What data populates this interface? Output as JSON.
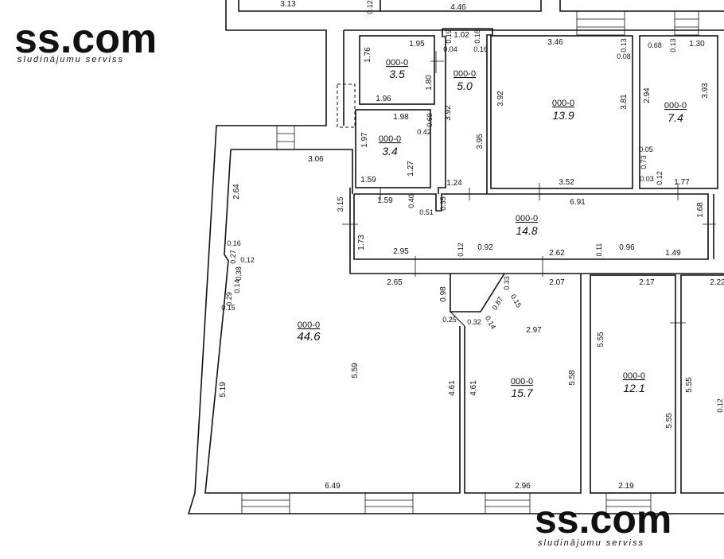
{
  "watermark": {
    "brand": "ss.com",
    "tagline": "sludinājumu serviss"
  },
  "rooms": [
    {
      "id": "r44",
      "code": "000-0",
      "area": "44.6"
    },
    {
      "id": "r35",
      "code": "000-0",
      "area": "3.5"
    },
    {
      "id": "r50",
      "code": "000-0",
      "area": "5.0"
    },
    {
      "id": "r34",
      "code": "000-0",
      "area": "3.4"
    },
    {
      "id": "r139",
      "code": "000-0",
      "area": "13.9"
    },
    {
      "id": "r74",
      "code": "000-0",
      "area": "7.4"
    },
    {
      "id": "r148",
      "code": "000-0",
      "area": "14.8"
    },
    {
      "id": "r157",
      "code": "000-0",
      "area": "15.7"
    },
    {
      "id": "r121",
      "code": "000-0",
      "area": "12.1"
    }
  ],
  "dimensions": [
    "3.13",
    "0.12",
    "4.46",
    "1.02",
    "0.19",
    "0.04",
    "0.18",
    "0.16",
    "1.95",
    "1.76",
    "1.80",
    "1.96",
    "3.46",
    "0.13",
    "0.08",
    "3.92",
    "3.81",
    "3.52",
    "0.68",
    "0.13",
    "1.30",
    "2.94",
    "3.93",
    "0.05",
    "0.73",
    "0.03",
    "0.12",
    "1.77",
    "1.98",
    "0.69",
    "0.42",
    "1.97",
    "1.27",
    "1.59",
    "3.92",
    "3.95",
    "1.24",
    "3.06",
    "2.64",
    "3.15",
    "1.59",
    "0.40",
    "0.51",
    "0.35",
    "6.91",
    "1.68",
    "1.73",
    "2.95",
    "0.12",
    "0.92",
    "2.62",
    "0.11",
    "0.96",
    "1.49",
    "0.16",
    "0.27",
    "0.12",
    "0.38",
    "0.14",
    "0.29",
    "0.15",
    "2.65",
    "0.98",
    "0.33",
    "2.07",
    "2.17",
    "2.22",
    "0.87",
    "0.15",
    "0.25",
    "0.32",
    "0.14",
    "2.97",
    "5.59",
    "5.19",
    "4.61",
    "4.61",
    "5.58",
    "5.55",
    "5.55",
    "5.55",
    "0.12",
    "6.49",
    "2.96",
    "2.19"
  ]
}
